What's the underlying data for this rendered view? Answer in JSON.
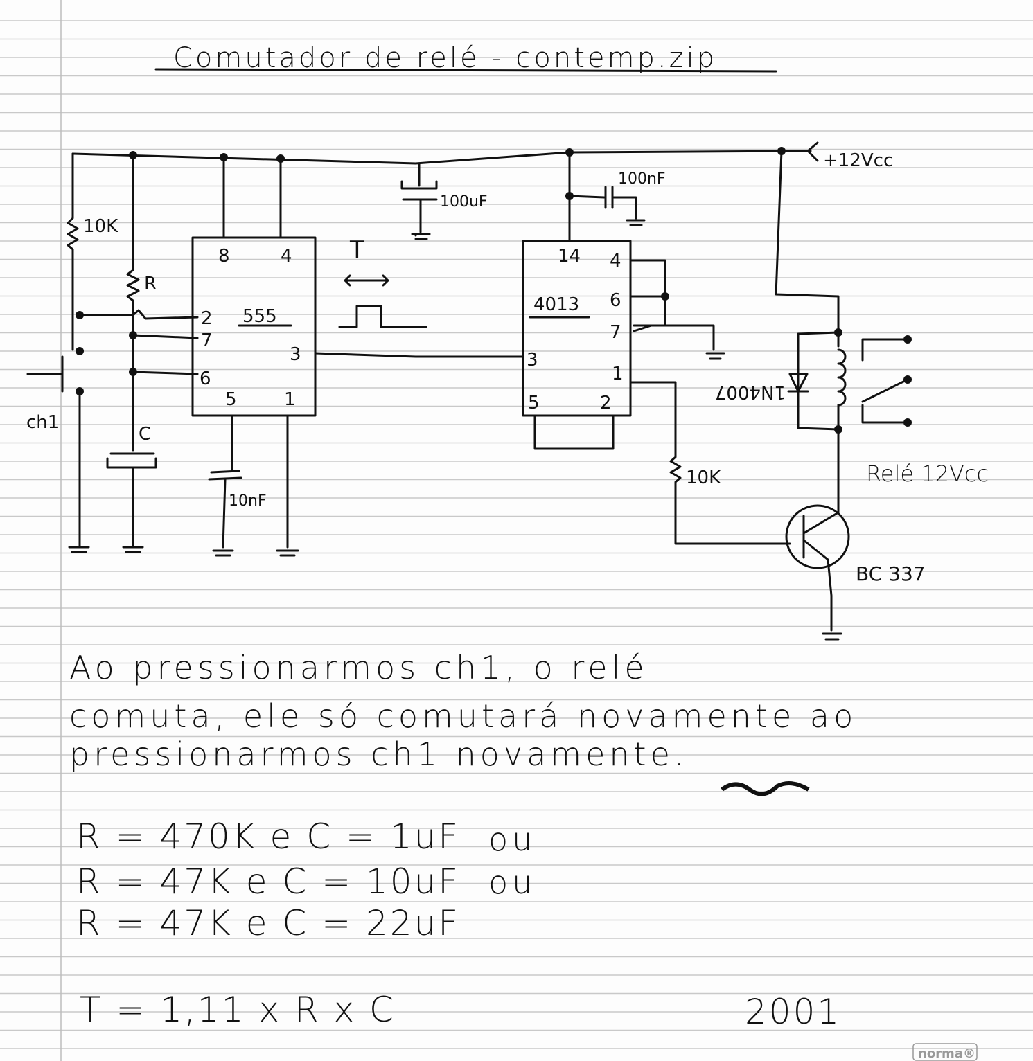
{
  "title": "Comutador de relé - contemp.zip",
  "supply": "+12Vcc",
  "components": {
    "r_pullup": "10K",
    "r_timing": "R",
    "c_timing": "C",
    "switch": "ch1",
    "c_supply": "100uF",
    "c_decoupling": "100nF",
    "c_control": "10nF",
    "pulse_label": "T",
    "r_base": "10K",
    "diode": "1N4007",
    "relay": "Relé 12Vcc",
    "transistor": "BC 337"
  },
  "ic555": {
    "name": "555",
    "pins": {
      "p8": "8",
      "p4": "4",
      "p2": "2",
      "p7": "7",
      "p6": "6",
      "p3": "3",
      "p5": "5",
      "p1": "1"
    }
  },
  "ic4013": {
    "name": "4013",
    "pins": {
      "p14": "14",
      "p4": "4",
      "p6": "6",
      "p7": "7",
      "p3": "3",
      "p1": "1",
      "p5": "5",
      "p2": "2"
    }
  },
  "description": [
    "Ao pressionarmos ch1, o relé",
    "comuta, ele só comutará novamente ao",
    "pressionarmos ch1 novamente."
  ],
  "options": [
    {
      "formula": "R = 470K e C = 1uF",
      "suffix": "ou"
    },
    {
      "formula": "R = 47K e C = 10uF",
      "suffix": "ou"
    },
    {
      "formula": "R = 47K e C = 22uF",
      "suffix": ""
    }
  ],
  "timing_formula": "T = 1,11 x R x C",
  "year": "2001",
  "paper_brand": "norma®"
}
